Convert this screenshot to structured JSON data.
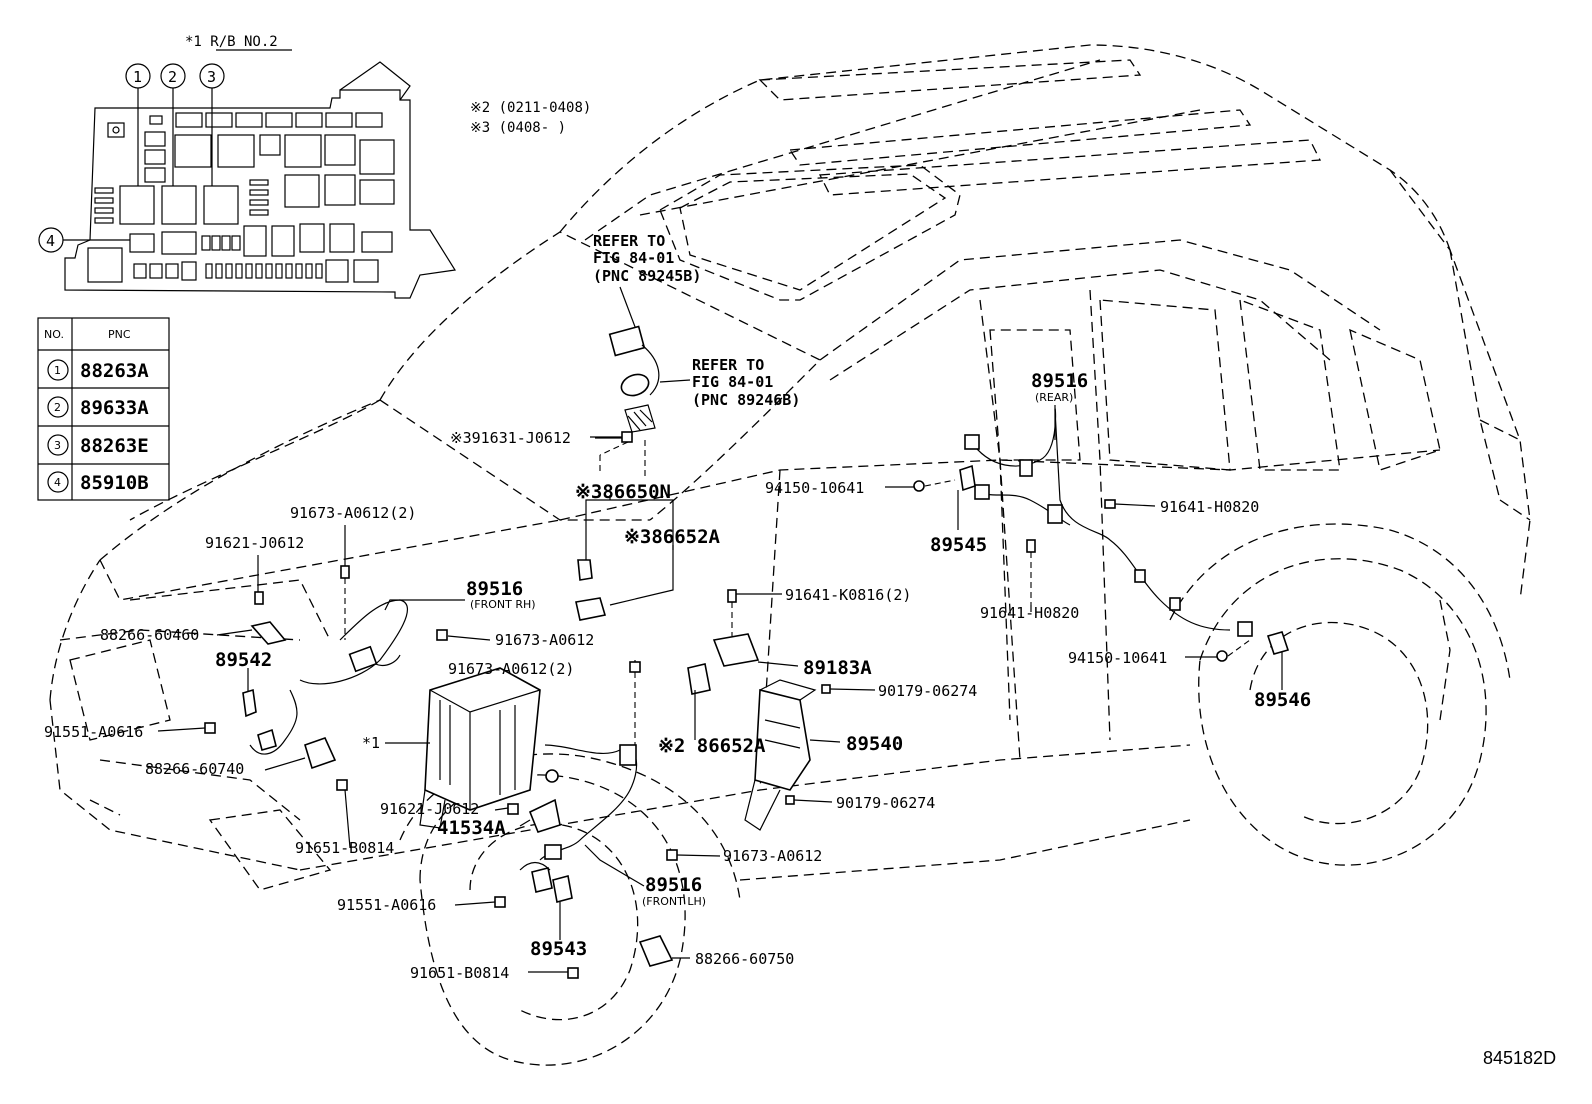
{
  "diagram_code": "845182D",
  "relay_box": {
    "title": "*1 R/B NO.2",
    "callouts": [
      "1",
      "2",
      "3",
      "4"
    ]
  },
  "notes": [
    "※2 (0211-0408)",
    "※3 (0408-      )"
  ],
  "pnc_table": {
    "headers": [
      "NO.",
      "PNC"
    ],
    "rows": [
      {
        "no": "1",
        "pnc": "88263A"
      },
      {
        "no": "2",
        "pnc": "89633A"
      },
      {
        "no": "3",
        "pnc": "88263E"
      },
      {
        "no": "4",
        "pnc": "85910B"
      }
    ]
  },
  "refs": {
    "ref1": [
      "REFER TO",
      "FIG 84-01",
      "(PNC 89245B)"
    ],
    "ref2": [
      "REFER TO",
      "FIG 84-01",
      "(PNC 89246B)"
    ]
  },
  "labels": {
    "l_91631": "※391631-J0612",
    "l_86650N": "※386650N",
    "l_86652A_top": "※386652A",
    "l_91673_2_top": "91673-A0612(2)",
    "l_91621_top": "91621-J0612",
    "l_89516_fr": "89516",
    "l_89516_fr_sub": "(FRONT RH)",
    "l_88266_60460": "88266-60460",
    "l_91673_a": "91673-A0612",
    "l_89542": "89542",
    "l_91673_2_mid": "91673-A0612(2)",
    "l_91551_top": "91551-A0616",
    "l_star1": "*1",
    "l_88266_60740": "88266-60740",
    "l_91621_bot": "91621-J0612",
    "l_41534A": "41534A",
    "l_91651_top": "91651-B0814",
    "l_86652A_mid": "※2 86652A",
    "l_91551_bot": "91551-A0616",
    "l_89543": "89543",
    "l_91651_bot": "91651-B0814",
    "l_88266_60750": "88266-60750",
    "l_89516_fl": "89516",
    "l_89516_fl_sub": "(FRONT LH)",
    "l_91673_b": "91673-A0612",
    "l_89540": "89540",
    "l_90179_a": "90179-06274",
    "l_90179_b": "90179-06274",
    "l_89183A": "89183A",
    "l_91641_k": "91641-K0816(2)",
    "l_94150_a": "94150-10641",
    "l_89545": "89545",
    "l_89516_r": "89516",
    "l_89516_r_sub": "(REAR)",
    "l_91641_h_a": "91641-H0820",
    "l_91641_h_b": "91641-H0820",
    "l_94150_b": "94150-10641",
    "l_89546": "89546"
  }
}
